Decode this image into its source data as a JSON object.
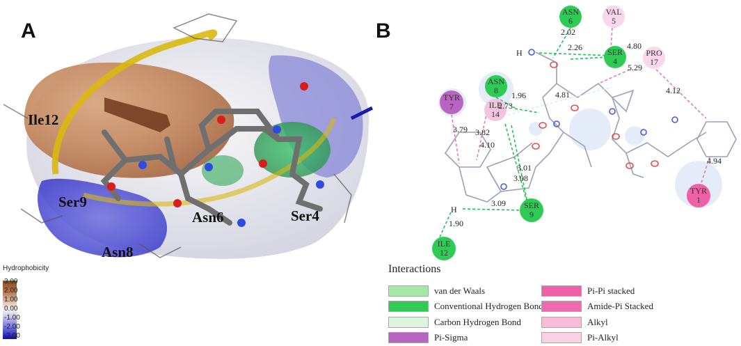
{
  "panel_a": {
    "letter": "A",
    "residue_labels": {
      "ile12": "Ile12",
      "ser9": "Ser9",
      "asn6": "Asn6",
      "asn8": "Asn8",
      "ser4": "Ser4"
    },
    "scale": {
      "title": "Hydrophobicity",
      "ticks": [
        "3.00",
        "2.00",
        "1.00",
        "0.00",
        "-1.00",
        "-2.00",
        "-3.00"
      ]
    }
  },
  "panel_b": {
    "letter": "B",
    "residues": {
      "asn6": [
        "ASN",
        "6"
      ],
      "val5": [
        "VAL",
        "5"
      ],
      "ser4": [
        "SER",
        "4"
      ],
      "pro17": [
        "PRO",
        "17"
      ],
      "asn8": [
        "ASN",
        "8"
      ],
      "ile14": [
        "ILE",
        "14"
      ],
      "tyr7": [
        "TYR",
        "7"
      ],
      "tyr1": [
        "TYR",
        "1"
      ],
      "ser9": [
        "SER",
        "9"
      ],
      "ile12": [
        "ILE",
        "12"
      ]
    },
    "distances": {
      "d1": "2.02",
      "d2": "2.26",
      "d3": "4.80",
      "d4": "5.29",
      "d5": "4.12",
      "d6": "1.96",
      "d7": "2.73",
      "d8": "4.81",
      "d9": "3.79",
      "d10": "3.82",
      "d11": "4.10",
      "d12": "3.01",
      "d13": "3.08",
      "d14": "3.09",
      "d15": "1.90",
      "d16": "4.94"
    },
    "atom_h": "H",
    "legend": {
      "title": "Interactions",
      "items": [
        {
          "label": "van der Waals",
          "color": "#a6e8a6"
        },
        {
          "label": "Conventional Hydrogen Bond",
          "color": "#2ecc55"
        },
        {
          "label": "Carbon Hydrogen Bond",
          "color": "#dff4df"
        },
        {
          "label": "Pi-Sigma",
          "color": "#b764c2"
        },
        {
          "label": "Pi-Pi stacked",
          "color": "#f060a6"
        },
        {
          "label": "Amide-Pi Stacked",
          "color": "#f06ab0"
        },
        {
          "label": "Alkyl",
          "color": "#f7bcd8"
        },
        {
          "label": "Pi-Alkyl",
          "color": "#fad0e4"
        }
      ]
    }
  }
}
